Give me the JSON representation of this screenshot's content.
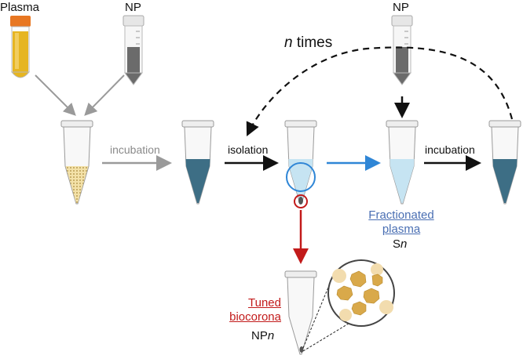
{
  "labels": {
    "plasma": "Plasma",
    "np_left": "NP",
    "np_right": "NP",
    "n_var": "n",
    "times": " times",
    "incubation_1": "incubation",
    "isolation": "isolation",
    "incubation_2": "incubation",
    "fractionated_line1": "Fractionated",
    "fractionated_line2": "plasma",
    "sn_prefix": "S",
    "sn_var": "n",
    "tuned_line1": "Tuned",
    "tuned_line2": "biocorona",
    "npn_prefix": "NP",
    "npn_var": "n"
  },
  "colors": {
    "plasma_yellow": "#e6b522",
    "tube_cap_orange": "#e87722",
    "nanoparticle_gray": "#6b6b6b",
    "dark_teal_liquid": "#3d6e85",
    "light_blue_liquid": "#c6e4f2",
    "arrow_gray": "#9a9a9a",
    "arrow_black": "#111111",
    "arrow_blue": "#2f86d6",
    "arrow_red": "#c21a1a",
    "corona_tan": "#d9a94a"
  }
}
